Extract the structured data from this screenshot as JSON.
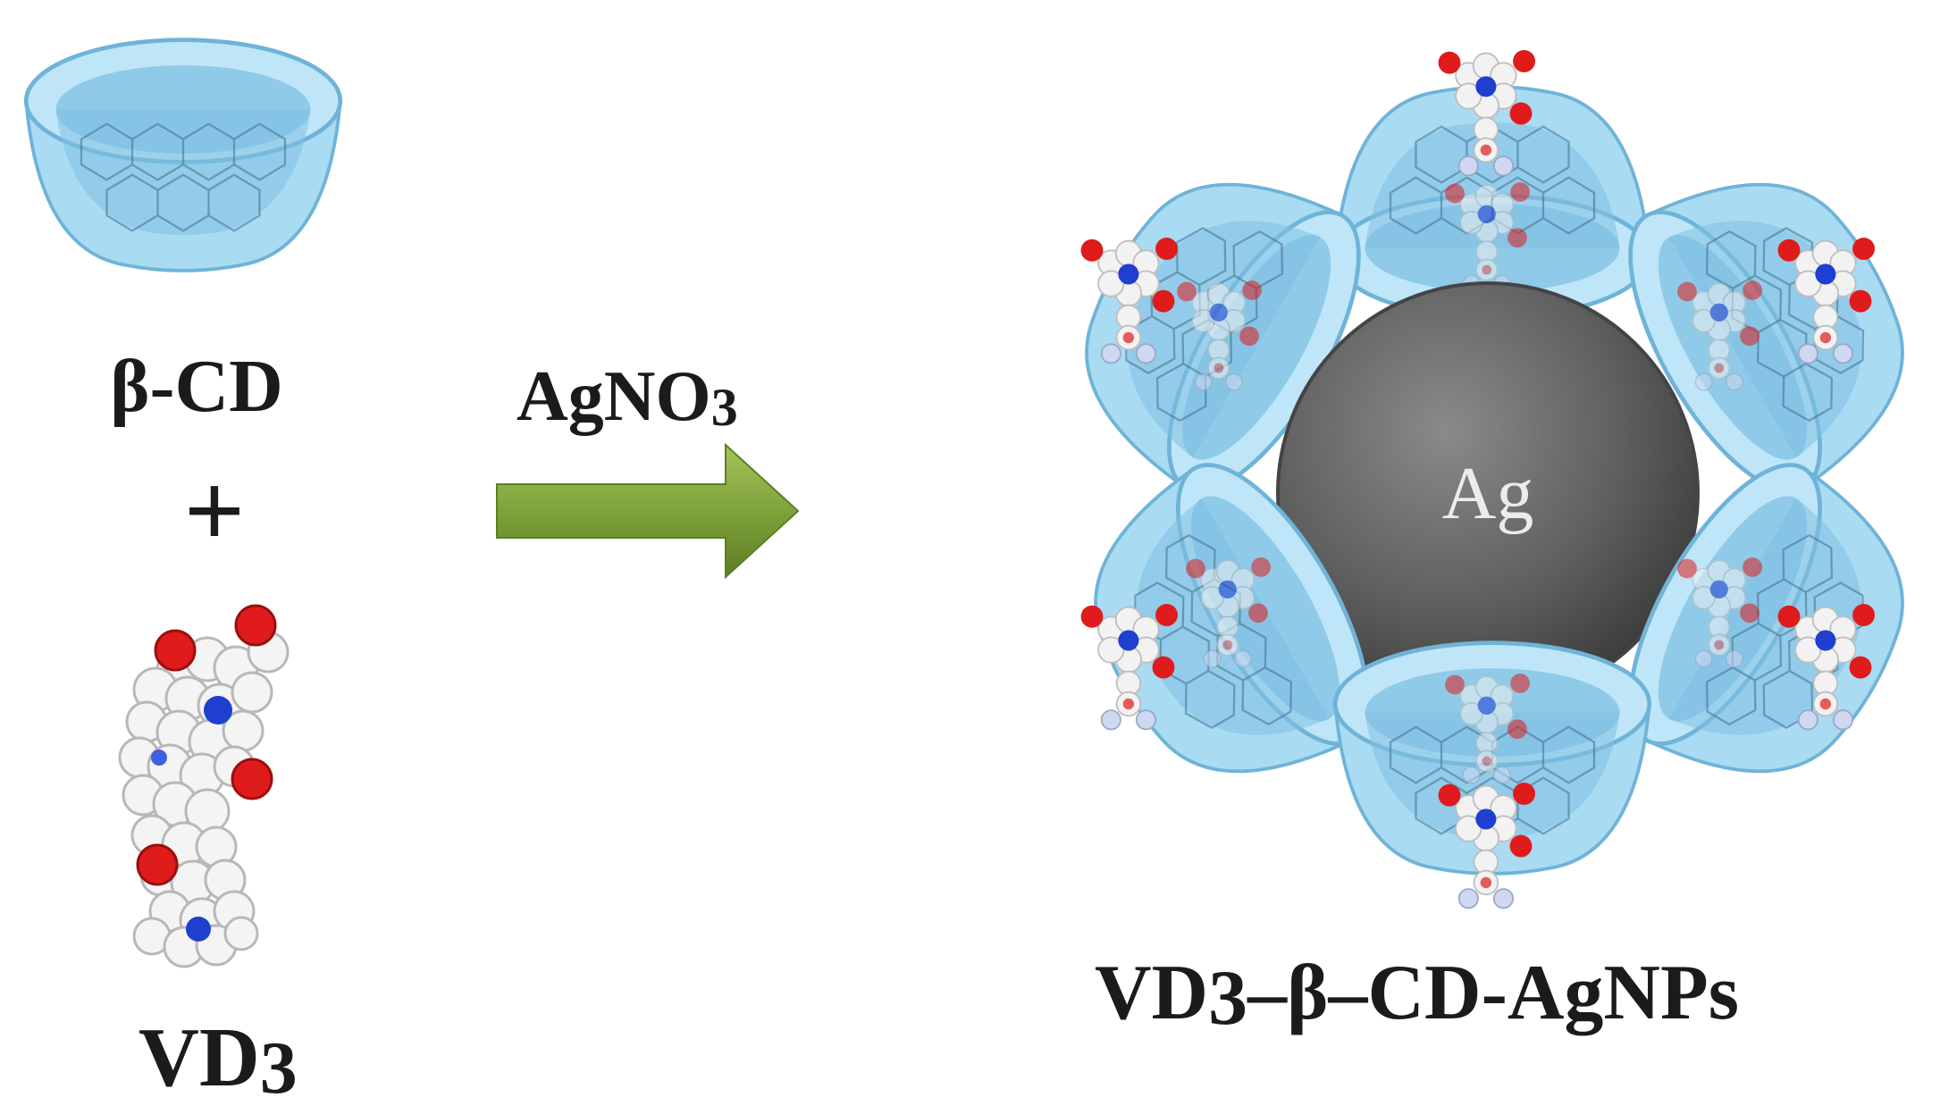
{
  "labels": {
    "beta_cd": "β-CD",
    "plus": "+",
    "vd3_prefix": "VD",
    "vd3_sub": "3",
    "reagent_prefix": "AgNO",
    "reagent_sub": "3",
    "core": "Ag",
    "product_vd": "VD",
    "product_sub": "3",
    "product_rest": "–β–CD-AgNPs"
  },
  "colors": {
    "cyclodextrin": "#9fd3ee",
    "cyclodextrin_dark": "#6fb3d8",
    "silver_core": "#5f5f5f",
    "arrow": "#7fa23a",
    "oxygen": "#e01b1b",
    "nitrogen": "#1f3fd0",
    "hydrogen_carbon": "#f2f2f2"
  },
  "icons": {
    "cyclodextrin": "truncated-cone-icon",
    "molecule": "space-filling-molecule-icon",
    "reaction_arrow": "right-arrow-icon",
    "nanoparticle": "sphere-icon"
  }
}
